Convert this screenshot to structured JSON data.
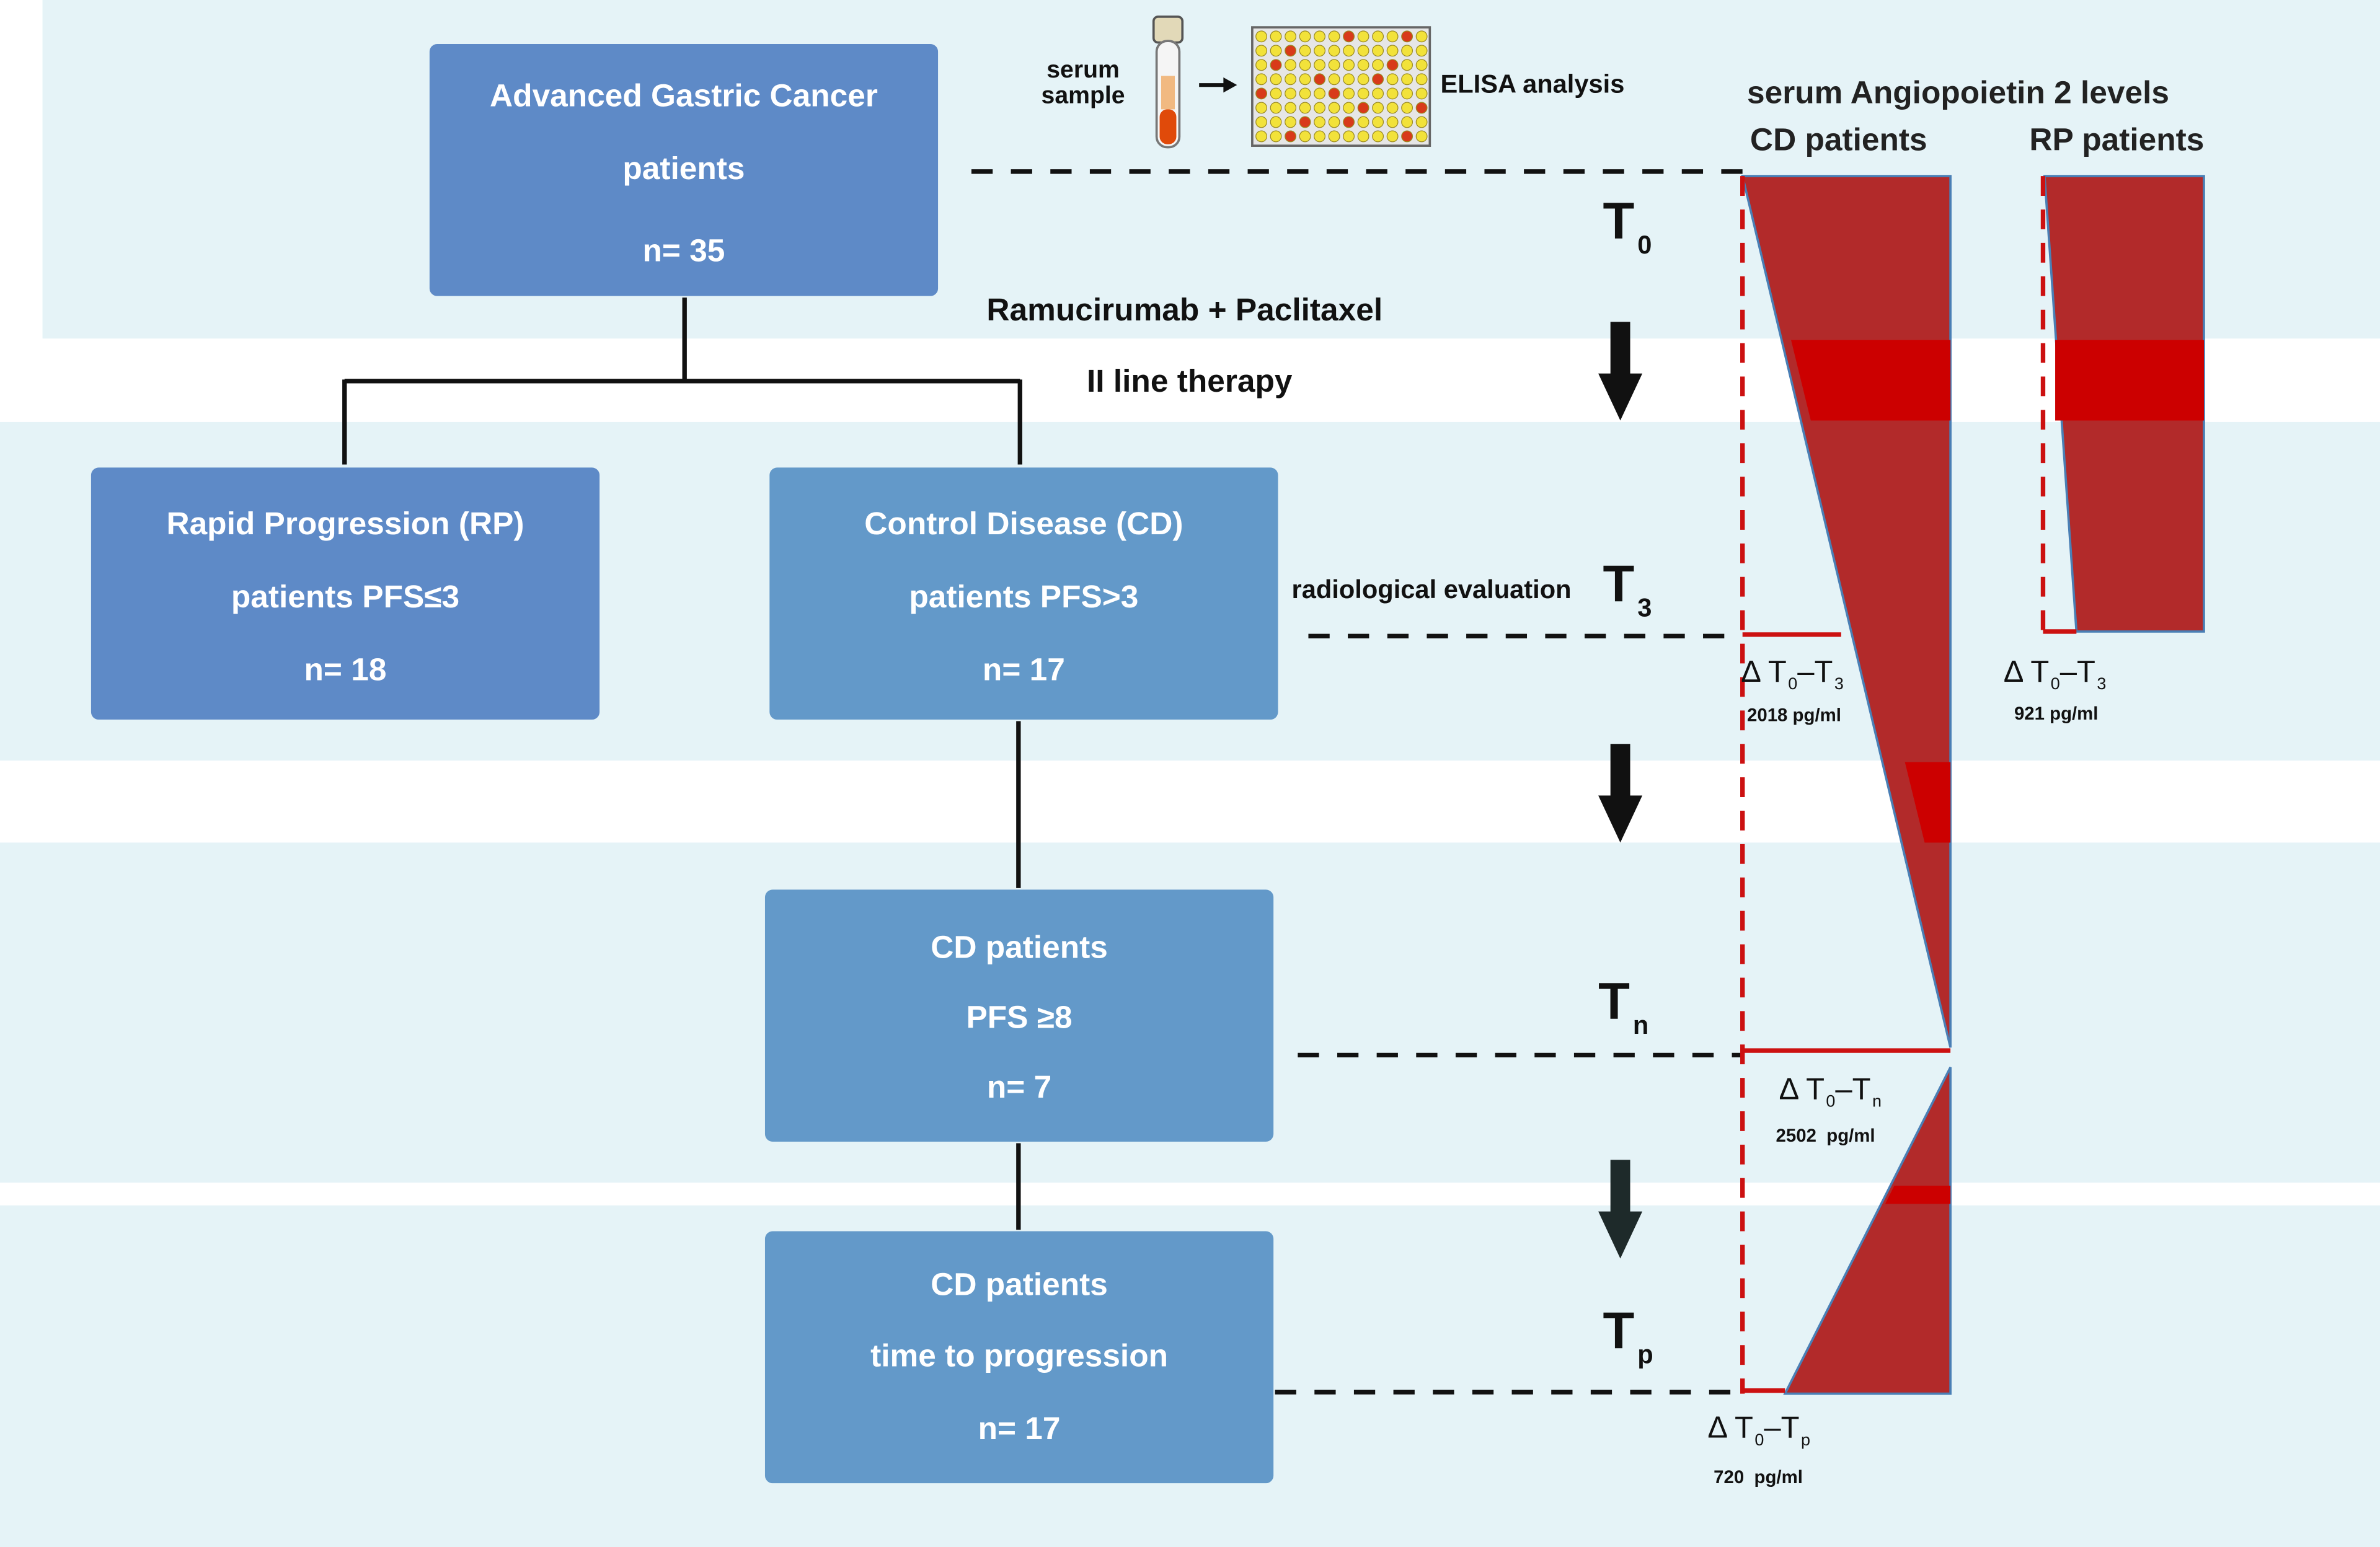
{
  "top": {
    "serum_sample_line1": "serum",
    "serum_sample_line2": "sample",
    "elisa": "ELISA analysis",
    "angiopoietin_title": "serum Angiopoietin 2 levels",
    "cd_header": "CD patients",
    "rp_header": "RP patients"
  },
  "boxes": {
    "agc": {
      "line1": "Advanced Gastric Cancer",
      "line2": "patients",
      "line3": "n= 35"
    },
    "rp": {
      "line1": "Rapid Progression (RP)",
      "line2": "patients PFS≤3",
      "line3": "n= 18"
    },
    "cd": {
      "line1": "Control Disease (CD)",
      "line2": "patients PFS>3",
      "line3": "n= 17"
    },
    "cd_pfs8": {
      "line1": "CD patients",
      "line2": "PFS ≥8",
      "line3": "n= 7"
    },
    "cd_ttp": {
      "line1": "CD patients",
      "line2": "time to progression",
      "line3": "n= 17"
    }
  },
  "therapy": {
    "line1": "Ramucirumab + Paclitaxel",
    "line2": "II line therapy"
  },
  "radiological": "radiological evaluation",
  "timepoints": {
    "t0": {
      "main": "T",
      "sub": "0"
    },
    "t3": {
      "main": "T",
      "sub": "3"
    },
    "tn": {
      "main": "T",
      "sub": "n"
    },
    "tp": {
      "main": "T",
      "sub": "p"
    }
  },
  "deltas": {
    "cd_t3": {
      "prefix": "Δ T",
      "sub1": "0",
      "dash": "–T",
      "sub2": "3",
      "value": "2018 pg/ml"
    },
    "rp_t3": {
      "prefix": "Δ T",
      "sub1": "0",
      "dash": "–T",
      "sub2": "3",
      "value": "921 pg/ml"
    },
    "cd_tn": {
      "prefix": "Δ T",
      "sub1": "0",
      "dash": "–T",
      "sub2": "n",
      "value": "2502  pg/ml"
    },
    "cd_tp": {
      "prefix": "Δ T",
      "sub1": "0",
      "dash": "–T",
      "sub2": "p",
      "value": "720  pg/ml"
    }
  },
  "colors": {
    "band": "#e5f3f7",
    "box_blue": "#5e8ac7",
    "box_cd_blue": "#6399c9",
    "bar_red": "#b22a2a",
    "bar_highlight": "#c80000",
    "dashed_red": "#cc1111"
  }
}
